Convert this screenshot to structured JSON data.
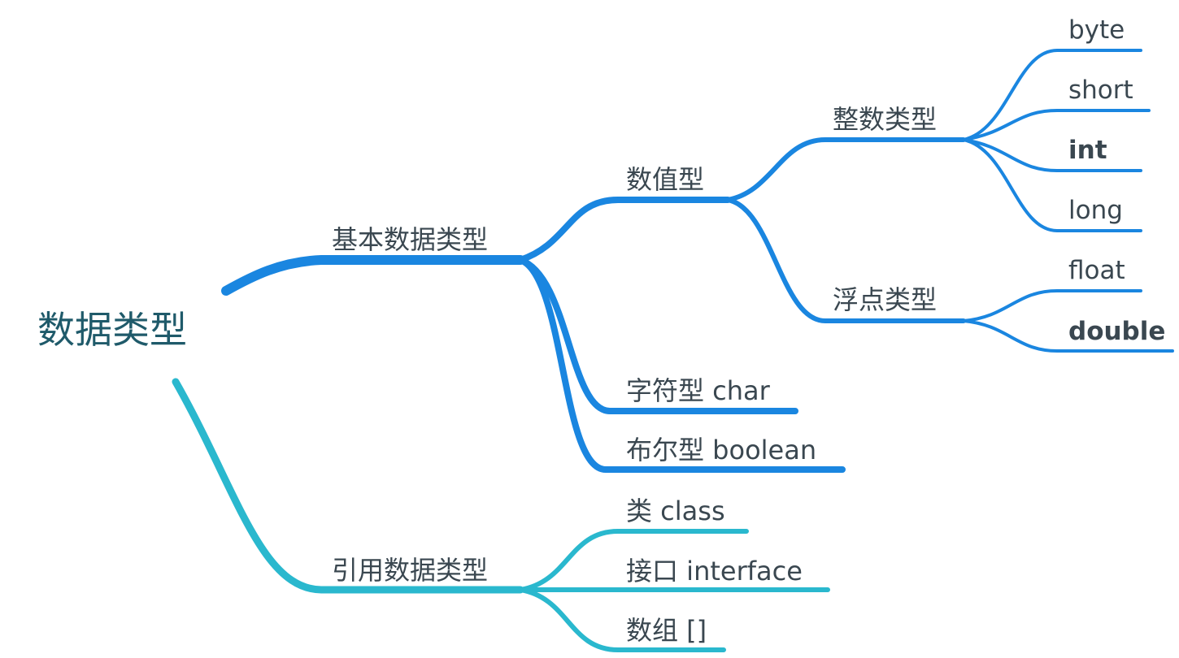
{
  "colors": {
    "blue": "#1a86e0",
    "cyan": "#2ab8ce",
    "text": "#3a4750",
    "root_text": "#1f5a6a"
  },
  "root": {
    "label": "数据类型"
  },
  "primitive": {
    "label": "基本数据类型",
    "numeric": {
      "label": "数值型",
      "integer": {
        "label": "整数类型",
        "items": [
          "byte",
          "short",
          "int",
          "long"
        ]
      },
      "floating": {
        "label": "浮点类型",
        "items": [
          "float",
          "double"
        ]
      }
    },
    "char": {
      "label": "字符型 char"
    },
    "boolean": {
      "label": "布尔型 boolean"
    }
  },
  "reference": {
    "label": "引用数据类型",
    "items": [
      "类 class",
      "接口 interface",
      "数组 []"
    ]
  }
}
